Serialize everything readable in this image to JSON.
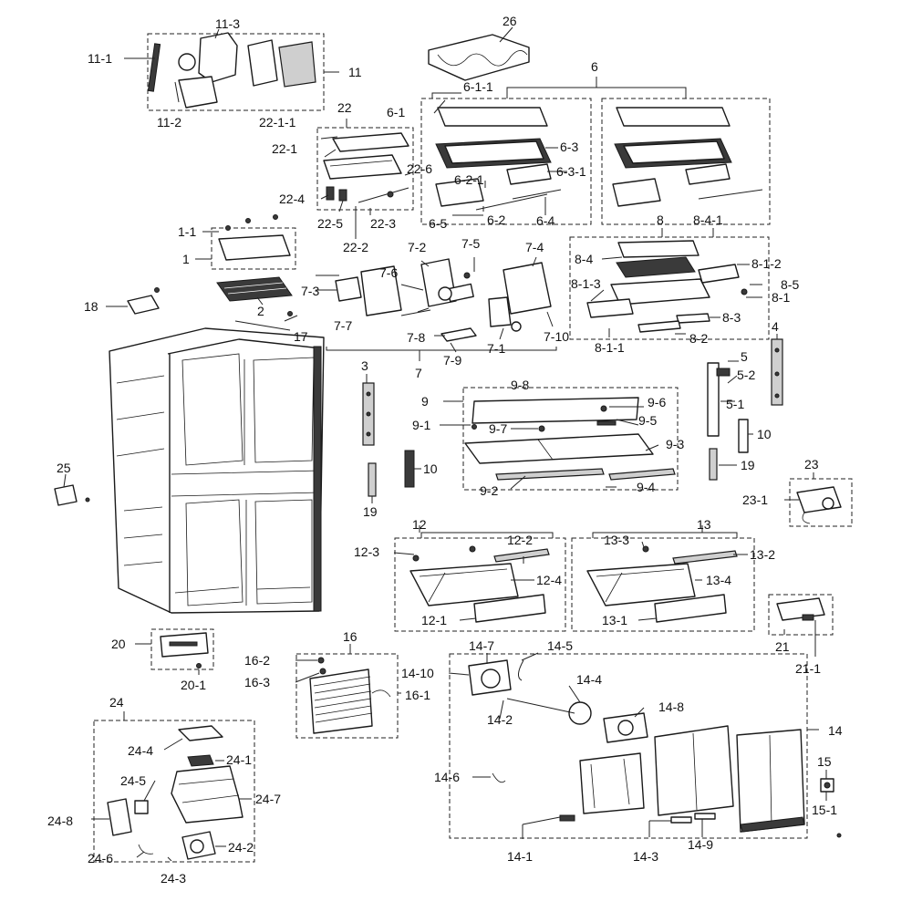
{
  "callouts": {
    "c1": "1",
    "c1_1": "1-1",
    "c2": "2",
    "c3": "3",
    "c4": "4",
    "c5": "5",
    "c5_1": "5-1",
    "c5_2": "5-2",
    "c6": "6",
    "c6_1": "6-1",
    "c6_1_1": "6-1-1",
    "c6_2": "6-2",
    "c6_2_1": "6-2-1",
    "c6_3": "6-3",
    "c6_3_1": "6-3-1",
    "c6_4": "6-4",
    "c6_5": "6-5",
    "c7": "7",
    "c7_1": "7-1",
    "c7_2": "7-2",
    "c7_3": "7-3",
    "c7_4": "7-4",
    "c7_5": "7-5",
    "c7_6": "7-6",
    "c7_7": "7-7",
    "c7_8": "7-8",
    "c7_9": "7-9",
    "c7_10": "7-10",
    "c8": "8",
    "c8_1": "8-1",
    "c8_1_1": "8-1-1",
    "c8_1_2": "8-1-2",
    "c8_1_3": "8-1-3",
    "c8_2": "8-2",
    "c8_3": "8-3",
    "c8_4": "8-4",
    "c8_4_1": "8-4-1",
    "c8_5": "8-5",
    "c9": "9",
    "c9_1": "9-1",
    "c9_2": "9-2",
    "c9_3": "9-3",
    "c9_4": "9-4",
    "c9_5": "9-5",
    "c9_6": "9-6",
    "c9_7": "9-7",
    "c9_8": "9-8",
    "c10a": "10",
    "c10b": "10",
    "c11": "11",
    "c11_1": "11-1",
    "c11_2": "11-2",
    "c11_3": "11-3",
    "c12": "12",
    "c12_1": "12-1",
    "c12_2": "12-2",
    "c12_3": "12-3",
    "c12_4": "12-4",
    "c13": "13",
    "c13_1": "13-1",
    "c13_2": "13-2",
    "c13_3": "13-3",
    "c13_4": "13-4",
    "c14": "14",
    "c14_1": "14-1",
    "c14_2": "14-2",
    "c14_3": "14-3",
    "c14_4": "14-4",
    "c14_5": "14-5",
    "c14_6": "14-6",
    "c14_7": "14-7",
    "c14_8": "14-8",
    "c14_9": "14-9",
    "c14_10": "14-10",
    "c15": "15",
    "c15_1": "15-1",
    "c16": "16",
    "c16_1": "16-1",
    "c16_2": "16-2",
    "c16_3": "16-3",
    "c17": "17",
    "c18": "18",
    "c19a": "19",
    "c19b": "19",
    "c20": "20",
    "c20_1": "20-1",
    "c21": "21",
    "c21_1": "21-1",
    "c22": "22",
    "c22_1": "22-1",
    "c22_1_1": "22-1-1",
    "c22_2": "22-2",
    "c22_3": "22-3",
    "c22_4": "22-4",
    "c22_5": "22-5",
    "c22_6": "22-6",
    "c23": "23",
    "c23_1": "23-1",
    "c24": "24",
    "c24_1": "24-1",
    "c24_2": "24-2",
    "c24_3": "24-3",
    "c24_4": "24-4",
    "c24_5": "24-5",
    "c24_6": "24-6",
    "c24_7": "24-7",
    "c24_8": "24-8",
    "c25": "25",
    "c26": "26"
  },
  "colors": {
    "line": "#222222",
    "background": "#ffffff",
    "shade": "#cfcfcf"
  }
}
